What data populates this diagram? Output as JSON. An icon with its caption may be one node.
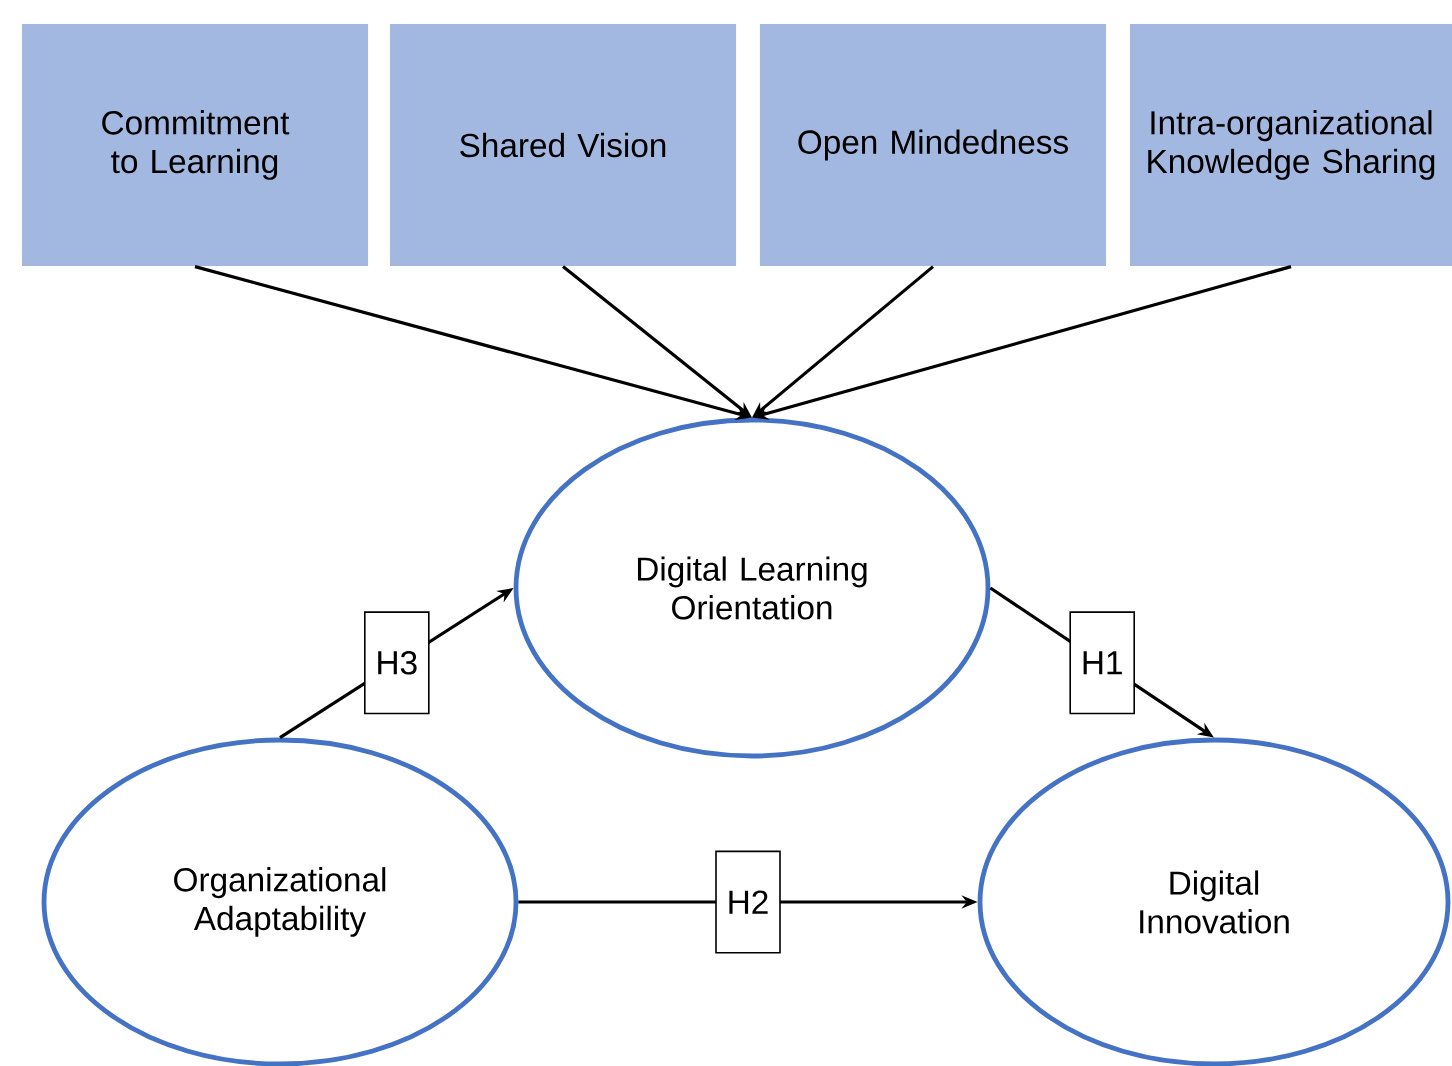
{
  "diagram": {
    "nodes": [
      {
        "text": [
          "Commitment to Learning"
        ]
      },
      {
        "text": [
          "Shared Vision"
        ]
      },
      {
        "text": [
          "Open Mindedness"
        ]
      },
      {
        "text": [
          "Intra-organizational Knowledge Sharing"
        ]
      },
      {
        "text": [
          "Digital Learning Orientation"
        ]
      },
      {
        "text": [
          "Organizational Adaptability"
        ]
      },
      {
        "text": [
          "Digital Innovation"
        ]
      }
    ],
    "edges": [
      {
        "from": 0,
        "to": 4,
        "arrow": "to"
      },
      {
        "from": 1,
        "to": 4,
        "arrow": "to"
      },
      {
        "from": 2,
        "to": 4,
        "arrow": "to"
      },
      {
        "from": 3,
        "to": 4,
        "arrow": "to"
      },
      {
        "from": 5,
        "to": 4,
        "arrow": "to",
        "label": "H3"
      },
      {
        "from": 4,
        "to": 6,
        "arrow": "to",
        "label": "H1"
      },
      {
        "from": 5,
        "to": 6,
        "arrow": "to",
        "label": "H2"
      }
    ]
  }
}
